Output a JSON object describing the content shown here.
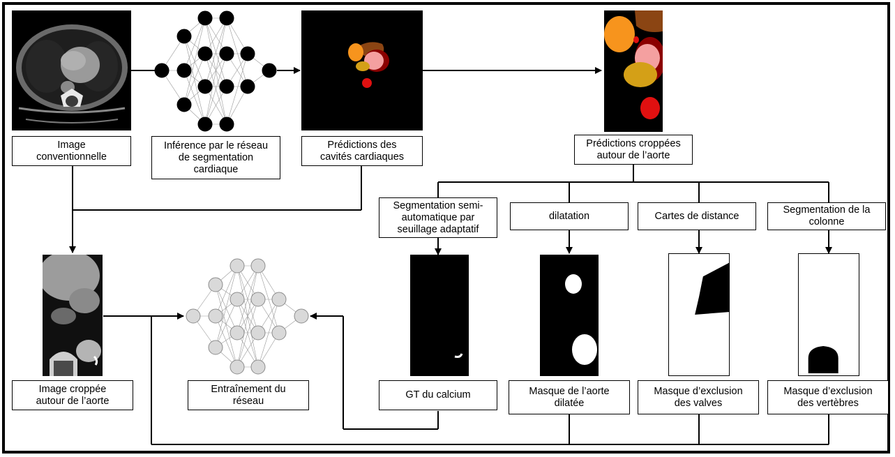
{
  "colors": {
    "line": "#000000",
    "node_dark": "#000000",
    "node_light": "#d9d9d9",
    "node_light_border": "#8c8c8c",
    "cav_orange": "#f7941d",
    "cav_brown": "#8b4513",
    "cav_pink": "#f4a0a0",
    "cav_darkred": "#8b0000",
    "cav_yellow": "#d4a017",
    "cav_red": "#e01010"
  },
  "labels": {
    "image_conv": "Image\nconventionnelle",
    "inference": "Inférence par le réseau\nde segmentation\ncardiaque",
    "pred_cavites": "Prédictions des\ncavités cardiaques",
    "pred_croppees": "Prédictions croppées\nautour de l’aorte",
    "seg_semi": "Segmentation semi-\nautomatique par\nseuillage adaptatif",
    "dilatation": "dilatation",
    "cartes": "Cartes de distance",
    "seg_colonne": "Segmentation de la\ncolonne",
    "image_croppee": "Image croppée\nautour de l’aorte",
    "entrainement": "Entraînement du\nréseau",
    "gt_calcium": "GT du calcium",
    "masque_aorte": "Masque de l’aorte\ndilatée",
    "masque_valves": "Masque d’exclusion\ndes valves",
    "masque_vertebres": "Masque d’exclusion\ndes vertèbres"
  },
  "images": {
    "ct_scan": "chest-ct-slice",
    "ct_cropped": "cropped-ct-aorta",
    "cavities": "cardiac-cavities-segmentation",
    "cavities_cropped": "cropped-cavities-segmentation",
    "calcium_gt": "calcium-ground-truth-mask",
    "aorta_mask": "dilated-aorta-mask",
    "valves_mask": "valve-exclusion-mask",
    "vertebrae_mask": "vertebrae-exclusion-mask"
  }
}
